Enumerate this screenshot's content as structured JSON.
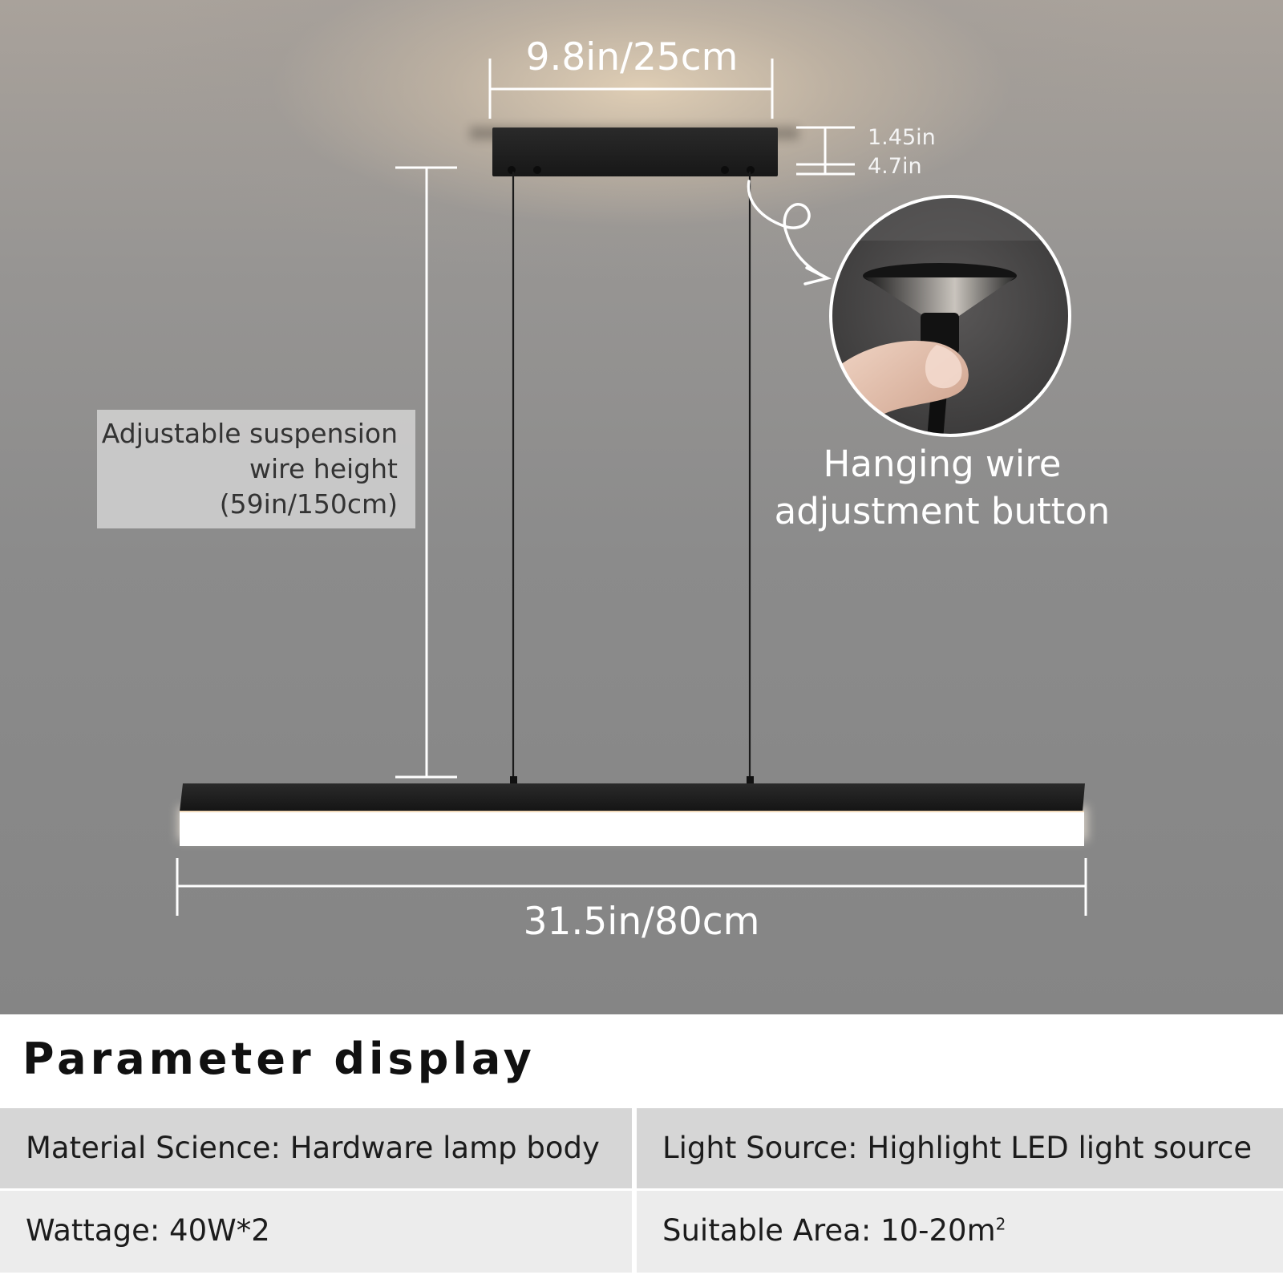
{
  "dimensions": {
    "canopy_width": "9.8in/25cm",
    "canopy_height_1": "1.45in",
    "canopy_height_2": "4.7in",
    "lamp_length": "31.5in/80cm"
  },
  "suspension_note": {
    "line1": "Adjustable suspension",
    "line2": "wire height",
    "line3": "(59in/150cm)"
  },
  "callout": {
    "line1": "Hanging wire",
    "line2": "adjustment button"
  },
  "parameters": {
    "heading": "Parameter display",
    "material": "Material Science: Hardware lamp body",
    "light_source": "Light Source: Highlight LED light source",
    "wattage": "Wattage: 40W*2",
    "area_label": "Suitable Area: 10-20m",
    "area_superscript": "2"
  },
  "colors": {
    "lamp_body": "#1e1e1e",
    "light_panel": "#ffffff",
    "wall_top": "#a9a29b",
    "wall_bottom": "#858585",
    "cell_dark": "#d6d6d6",
    "cell_light": "#ececec"
  },
  "icons": [
    "curved-arrow-icon",
    "magnified-button-photo"
  ]
}
